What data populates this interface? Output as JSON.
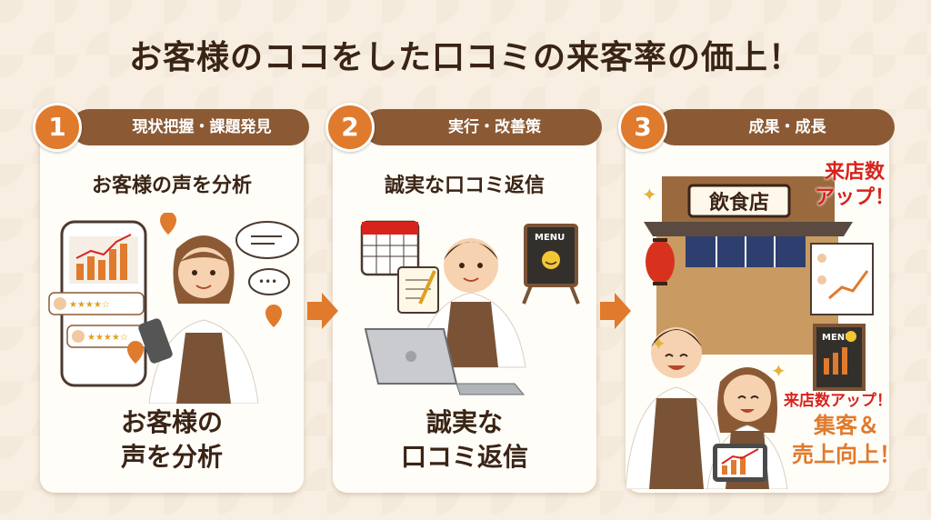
{
  "title": "お客様のココをした口コミの来客率の価上！",
  "steps": [
    {
      "number": "1",
      "label": "現状把握・課題発見",
      "heading": "お客様の声を分析",
      "caption_line1": "お客様の",
      "caption_line2": "声を分析",
      "phone_stars": [
        "★★★★☆",
        "★★★★☆"
      ]
    },
    {
      "number": "2",
      "label": "実行・改善策",
      "heading": "誠実な口コミ返信",
      "caption_line1": "誠実な",
      "caption_line2": "口コミ返信",
      "menu_label": "MENU"
    },
    {
      "number": "3",
      "label": "成果・成長",
      "shop_sign": "飲食店",
      "callout_top_line1": "来店数",
      "callout_top_line2": "アップ！",
      "callout_mid": "来店数アップ！",
      "result_line1": "集客＆",
      "result_line2": "売上向上！",
      "menu_label": "MENU"
    }
  ],
  "colors": {
    "accent_orange": "#e07a2c",
    "step_bar_brown": "#8b5a34",
    "callout_red": "#d8231c",
    "background": "#f8efe2"
  }
}
